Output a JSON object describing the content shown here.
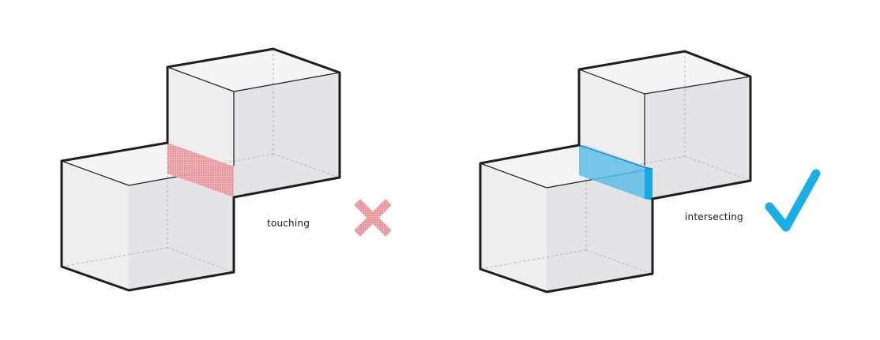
{
  "panels": [
    {
      "caption": "touching",
      "verdict": "cross",
      "verdict_icon": "cross-icon",
      "contact_color": "#e8979c",
      "verdict_color": "#e8979c"
    },
    {
      "caption": "intersecting",
      "verdict": "check",
      "verdict_icon": "checkmark-icon",
      "contact_color": "#5dbde8",
      "verdict_color": "#18aee6"
    }
  ],
  "colors": {
    "cube_top": "#f4f4f5",
    "cube_front": "#eeeeef",
    "cube_side": "#e4e4e6",
    "edge": "#1e1e1e"
  }
}
